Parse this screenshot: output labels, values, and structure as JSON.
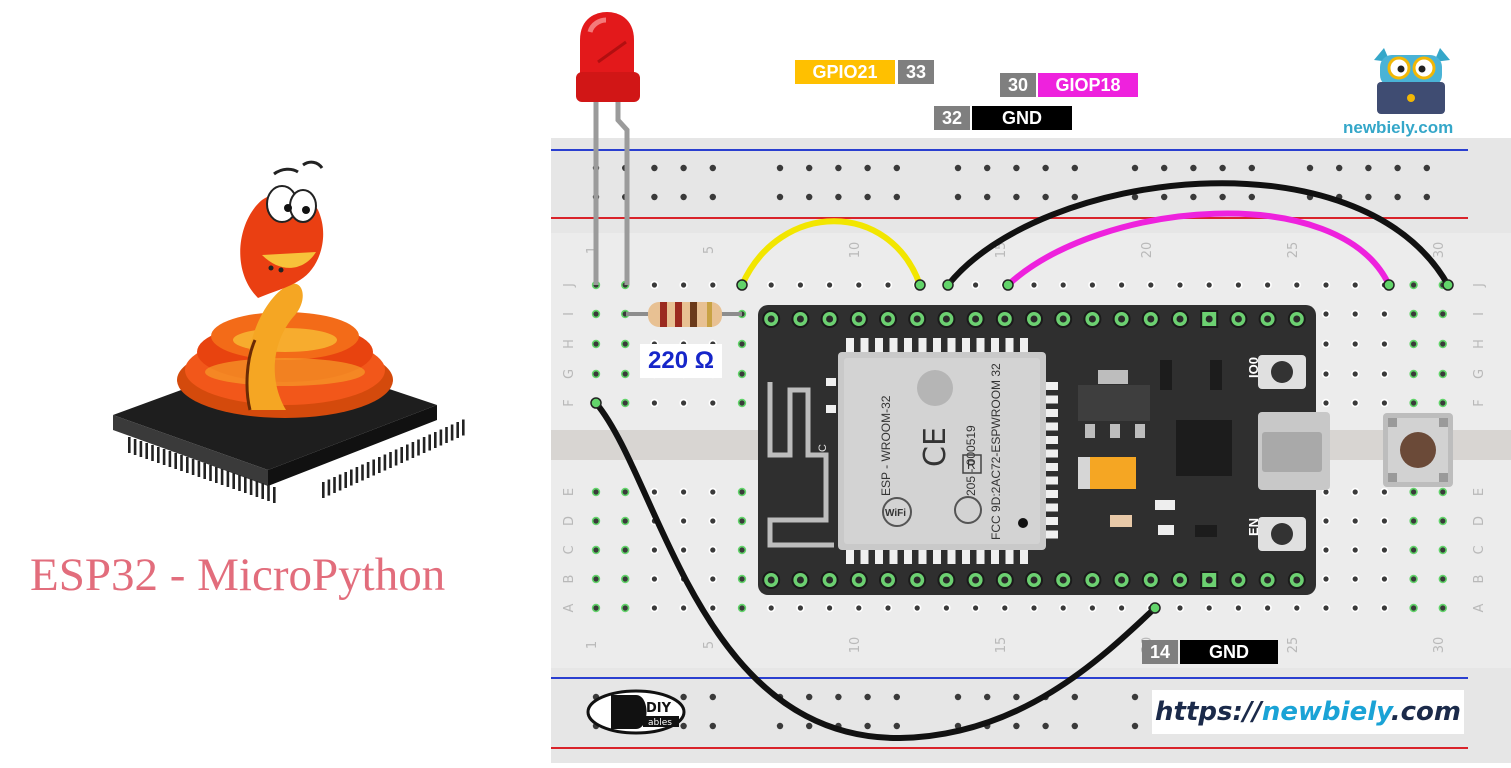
{
  "caption": "ESP32 - MicroPython",
  "brand": {
    "site": "newbiely.com",
    "url_parts": {
      "prefix": "https://",
      "name": "newbiely",
      "suffix": ".com"
    }
  },
  "diy_logo": {
    "top": "DIY",
    "bottom": "ables"
  },
  "resistor_label": "220 Ω",
  "pin_tags": [
    {
      "num": "33",
      "name": "GPIO21",
      "color": "#ffc000",
      "text_color": "#ffffff"
    },
    {
      "num": "30",
      "name": "GIOP18",
      "color": "#ee22dd",
      "text_color": "#ffffff"
    },
    {
      "num": "32",
      "name": "GND",
      "color": "#000000",
      "text_color": "#ffffff"
    },
    {
      "num": "14",
      "name": "GND",
      "color": "#000000",
      "text_color": "#ffffff"
    }
  ],
  "breadboard": {
    "column_numbers": [
      "1",
      "5",
      "10",
      "15",
      "20",
      "25",
      "30"
    ],
    "rows_top": [
      "J",
      "I",
      "H",
      "G",
      "F"
    ],
    "rows_bottom": [
      "E",
      "D",
      "C",
      "B",
      "A"
    ]
  },
  "esp32": {
    "module_lines": [
      "ESP - WROOM-32",
      "205 - 000519",
      "FCC 9D:2AC72-ESPWROOM 32"
    ],
    "button_labels": [
      "IO0",
      "EN"
    ],
    "antenna_mark": "C",
    "marks": [
      "CE",
      "R",
      "WiFi"
    ]
  },
  "colors": {
    "wire_yellow": "#f2e600",
    "wire_magenta": "#ee22dd",
    "wire_black": "#111111",
    "led": "#e3191b",
    "board": "#2f2f2f",
    "breadboard": "#ececec",
    "rail_red": "#d9232a",
    "rail_blue": "#2a3fd0",
    "caption": "#e26d7c"
  }
}
